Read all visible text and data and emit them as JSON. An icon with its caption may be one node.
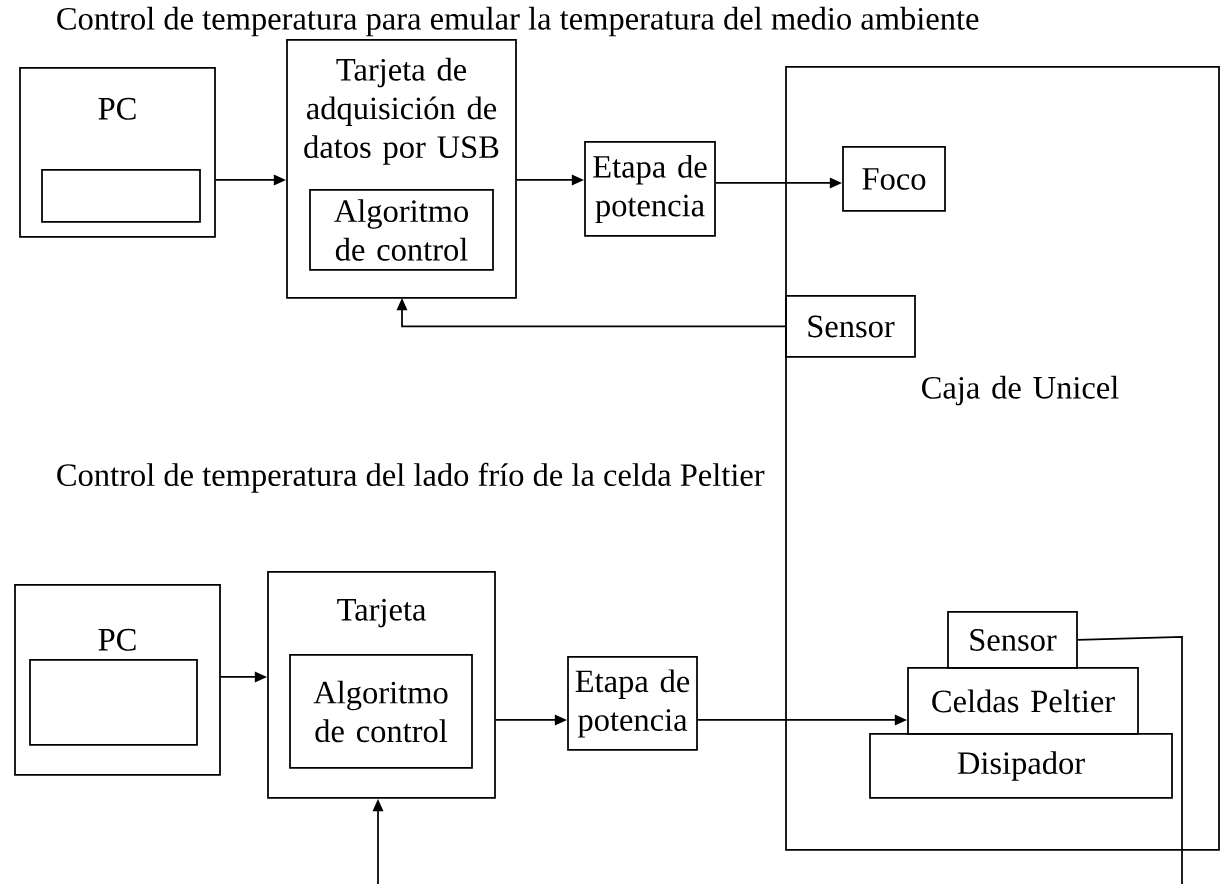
{
  "diagram": {
    "nodes": [
      {
        "text": [
          "PC"
        ]
      },
      {
        "text": [],
        "shape": "box",
        "in": 0
      },
      {
        "text": [
          "Tarjeta de adquisición de datos por USB"
        ]
      },
      {
        "text": [
          "Algoritmo de control"
        ],
        "in": 2
      },
      {
        "text": [
          "Etapa de potencia"
        ]
      },
      {
        "text": [
          "Caja de Unicel"
        ]
      },
      {
        "text": [
          "Foco"
        ],
        "in": 5
      },
      {
        "text": [
          "Sensor"
        ],
        "in": 5
      },
      {
        "text": [
          "PC"
        ]
      },
      {
        "text": [],
        "shape": "box",
        "in": 8
      },
      {
        "text": [
          "Tarjeta"
        ]
      },
      {
        "text": [
          "Algoritmo de control"
        ],
        "in": 10
      },
      {
        "text": [
          "Etapa de potencia"
        ]
      },
      {
        "text": [
          "Sensor"
        ],
        "in": 5
      },
      {
        "text": [
          "Celdas Peltier"
        ],
        "in": 5
      },
      {
        "text": [
          "Disipador"
        ],
        "in": 5
      }
    ],
    "edges": [
      {
        "from": 0,
        "to": 2,
        "arrow": "to"
      },
      {
        "from": 2,
        "to": 4,
        "arrow": "to"
      },
      {
        "from": 4,
        "to": 6,
        "arrow": "to"
      },
      {
        "from": 7,
        "to": 2,
        "arrow": "to"
      },
      {
        "from": 8,
        "to": 10,
        "arrow": "to"
      },
      {
        "from": 10,
        "to": 12,
        "arrow": "to"
      },
      {
        "from": 12,
        "to": 14,
        "arrow": "to"
      },
      {
        "from": 13,
        "to": null,
        "arrow": "none"
      },
      {
        "from": null,
        "to": 10,
        "arrow": "to"
      }
    ],
    "labels": [
      "Control de temperatura para emular la temperatura del medio ambiente",
      "Control de temperatura del lado frío de la celda Peltier"
    ]
  }
}
